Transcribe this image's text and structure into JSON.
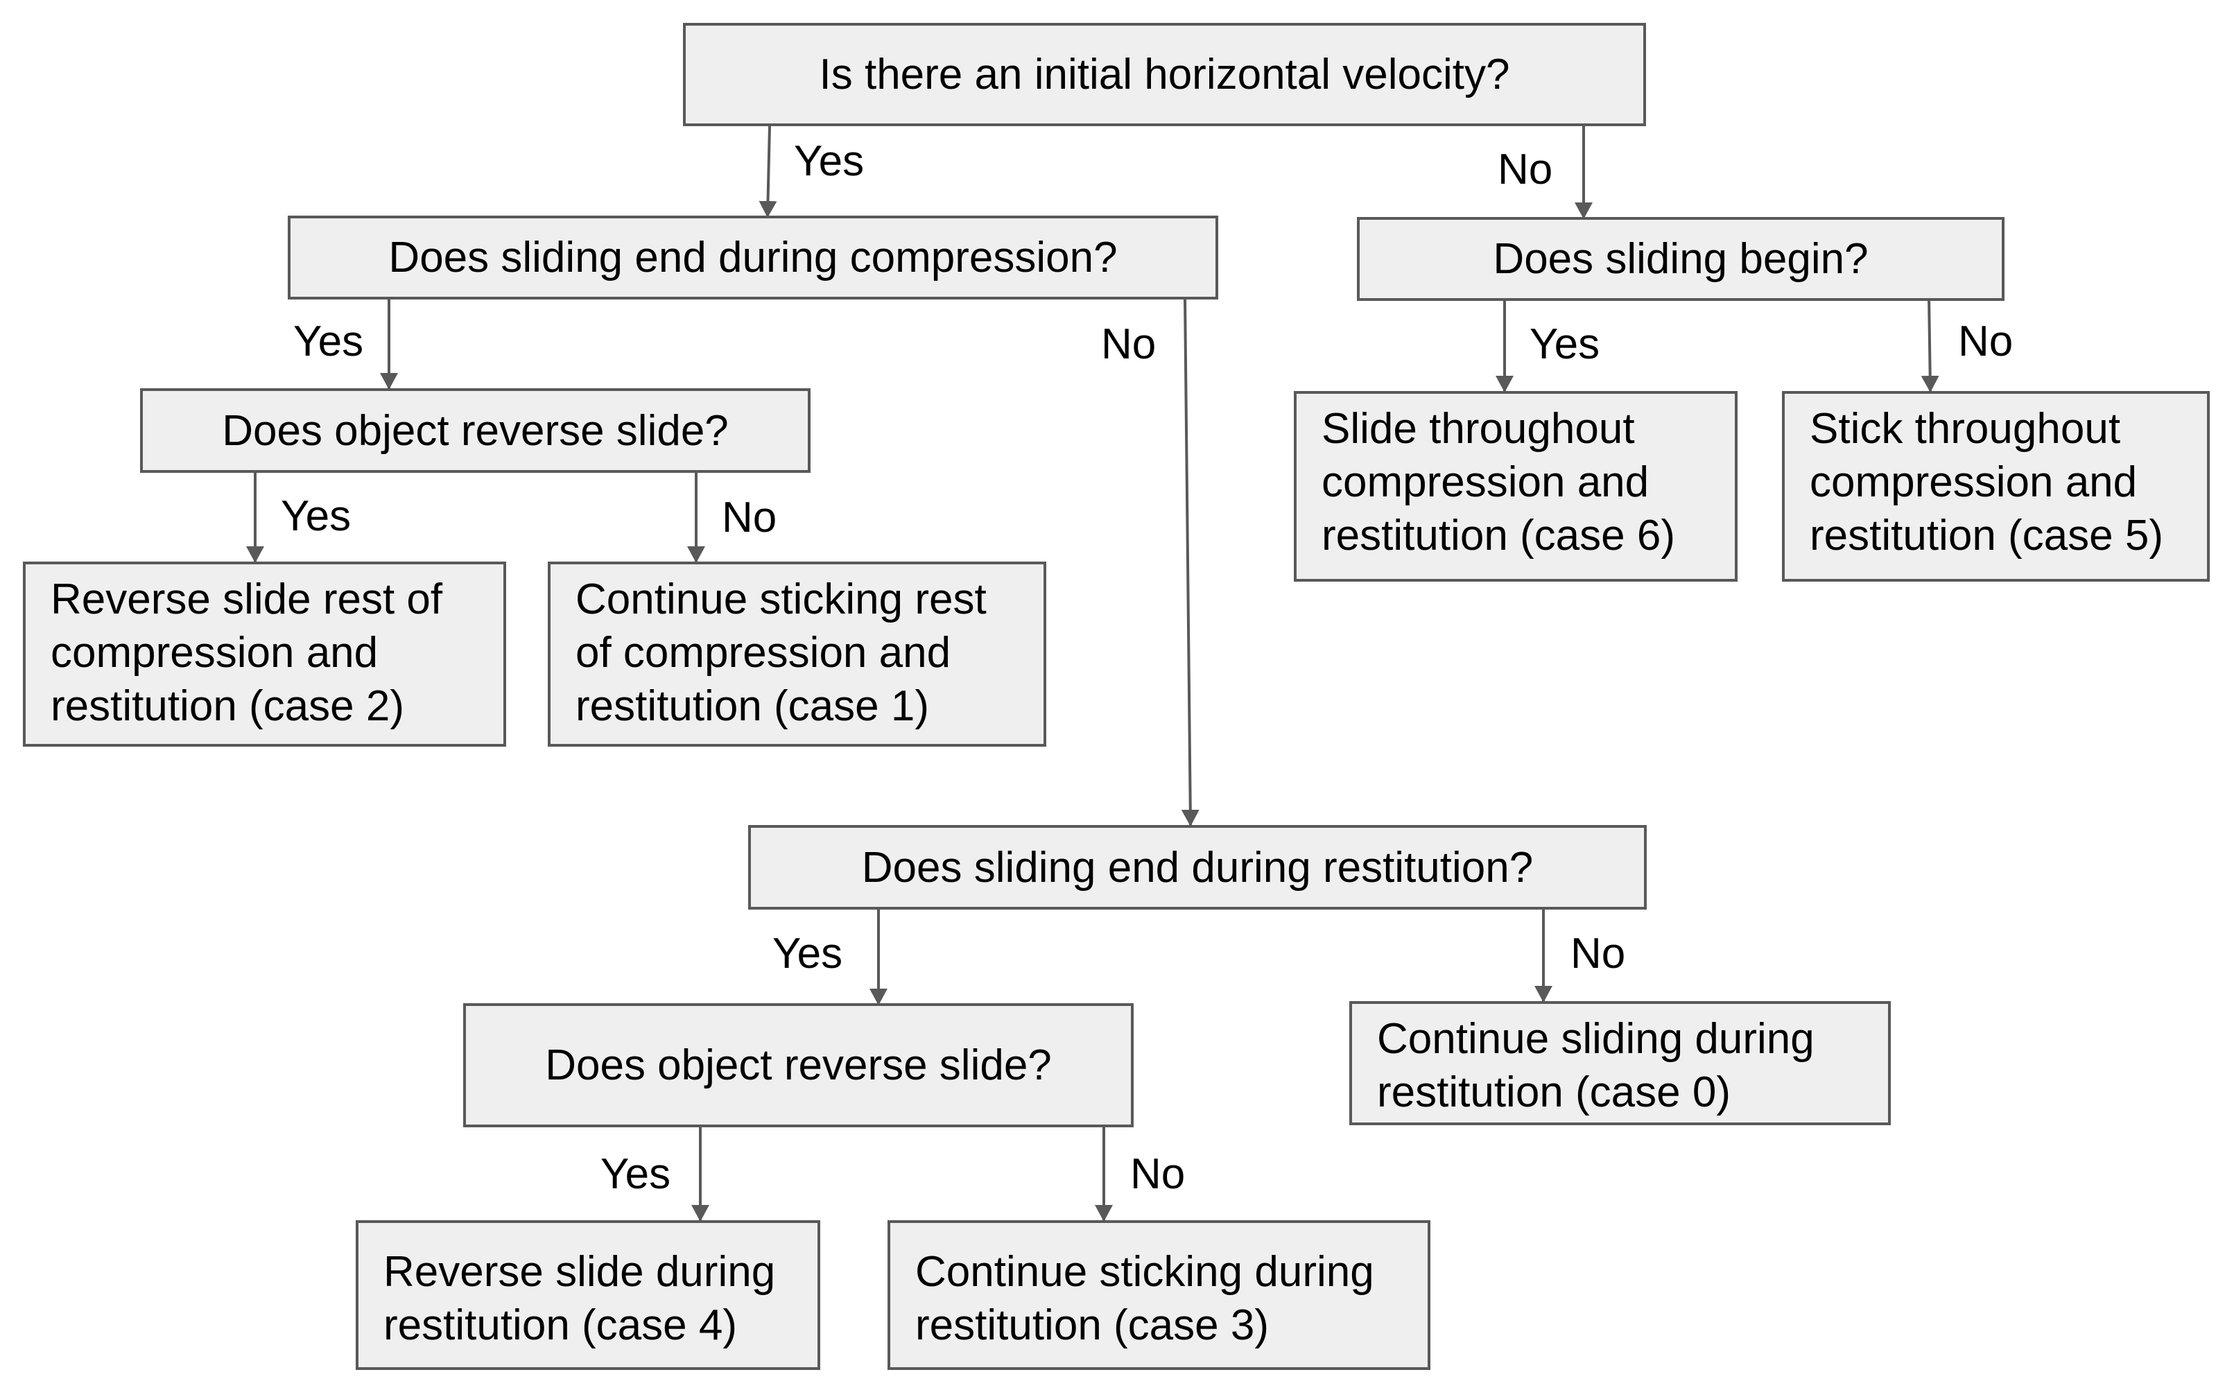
{
  "nodes": {
    "q_initial": "Is there an initial horizontal velocity?",
    "q_slide_end_compression": "Does sliding end during compression?",
    "q_slide_begin": "Does sliding begin?",
    "q_reverse_1": "Does object reverse slide?",
    "q_slide_end_restitution": "Does sliding end during restitution?",
    "q_reverse_2": "Does object reverse slide?",
    "case2": [
      "Reverse slide rest of",
      "compression and",
      "restitution (case 2)"
    ],
    "case1": [
      "Continue sticking rest",
      "of compression and",
      "restitution (case 1)"
    ],
    "case6": [
      "Slide throughout",
      "compression and",
      "restitution (case 6)"
    ],
    "case5": [
      "Stick throughout",
      "compression and",
      "restitution (case 5)"
    ],
    "case0": [
      "Continue sliding during",
      "restitution (case 0)"
    ],
    "case4": [
      "Reverse slide during",
      "restitution (case 4)"
    ],
    "case3": [
      "Continue sticking during",
      "restitution (case 3)"
    ]
  },
  "edge_labels": {
    "yes": "Yes",
    "no": "No"
  }
}
